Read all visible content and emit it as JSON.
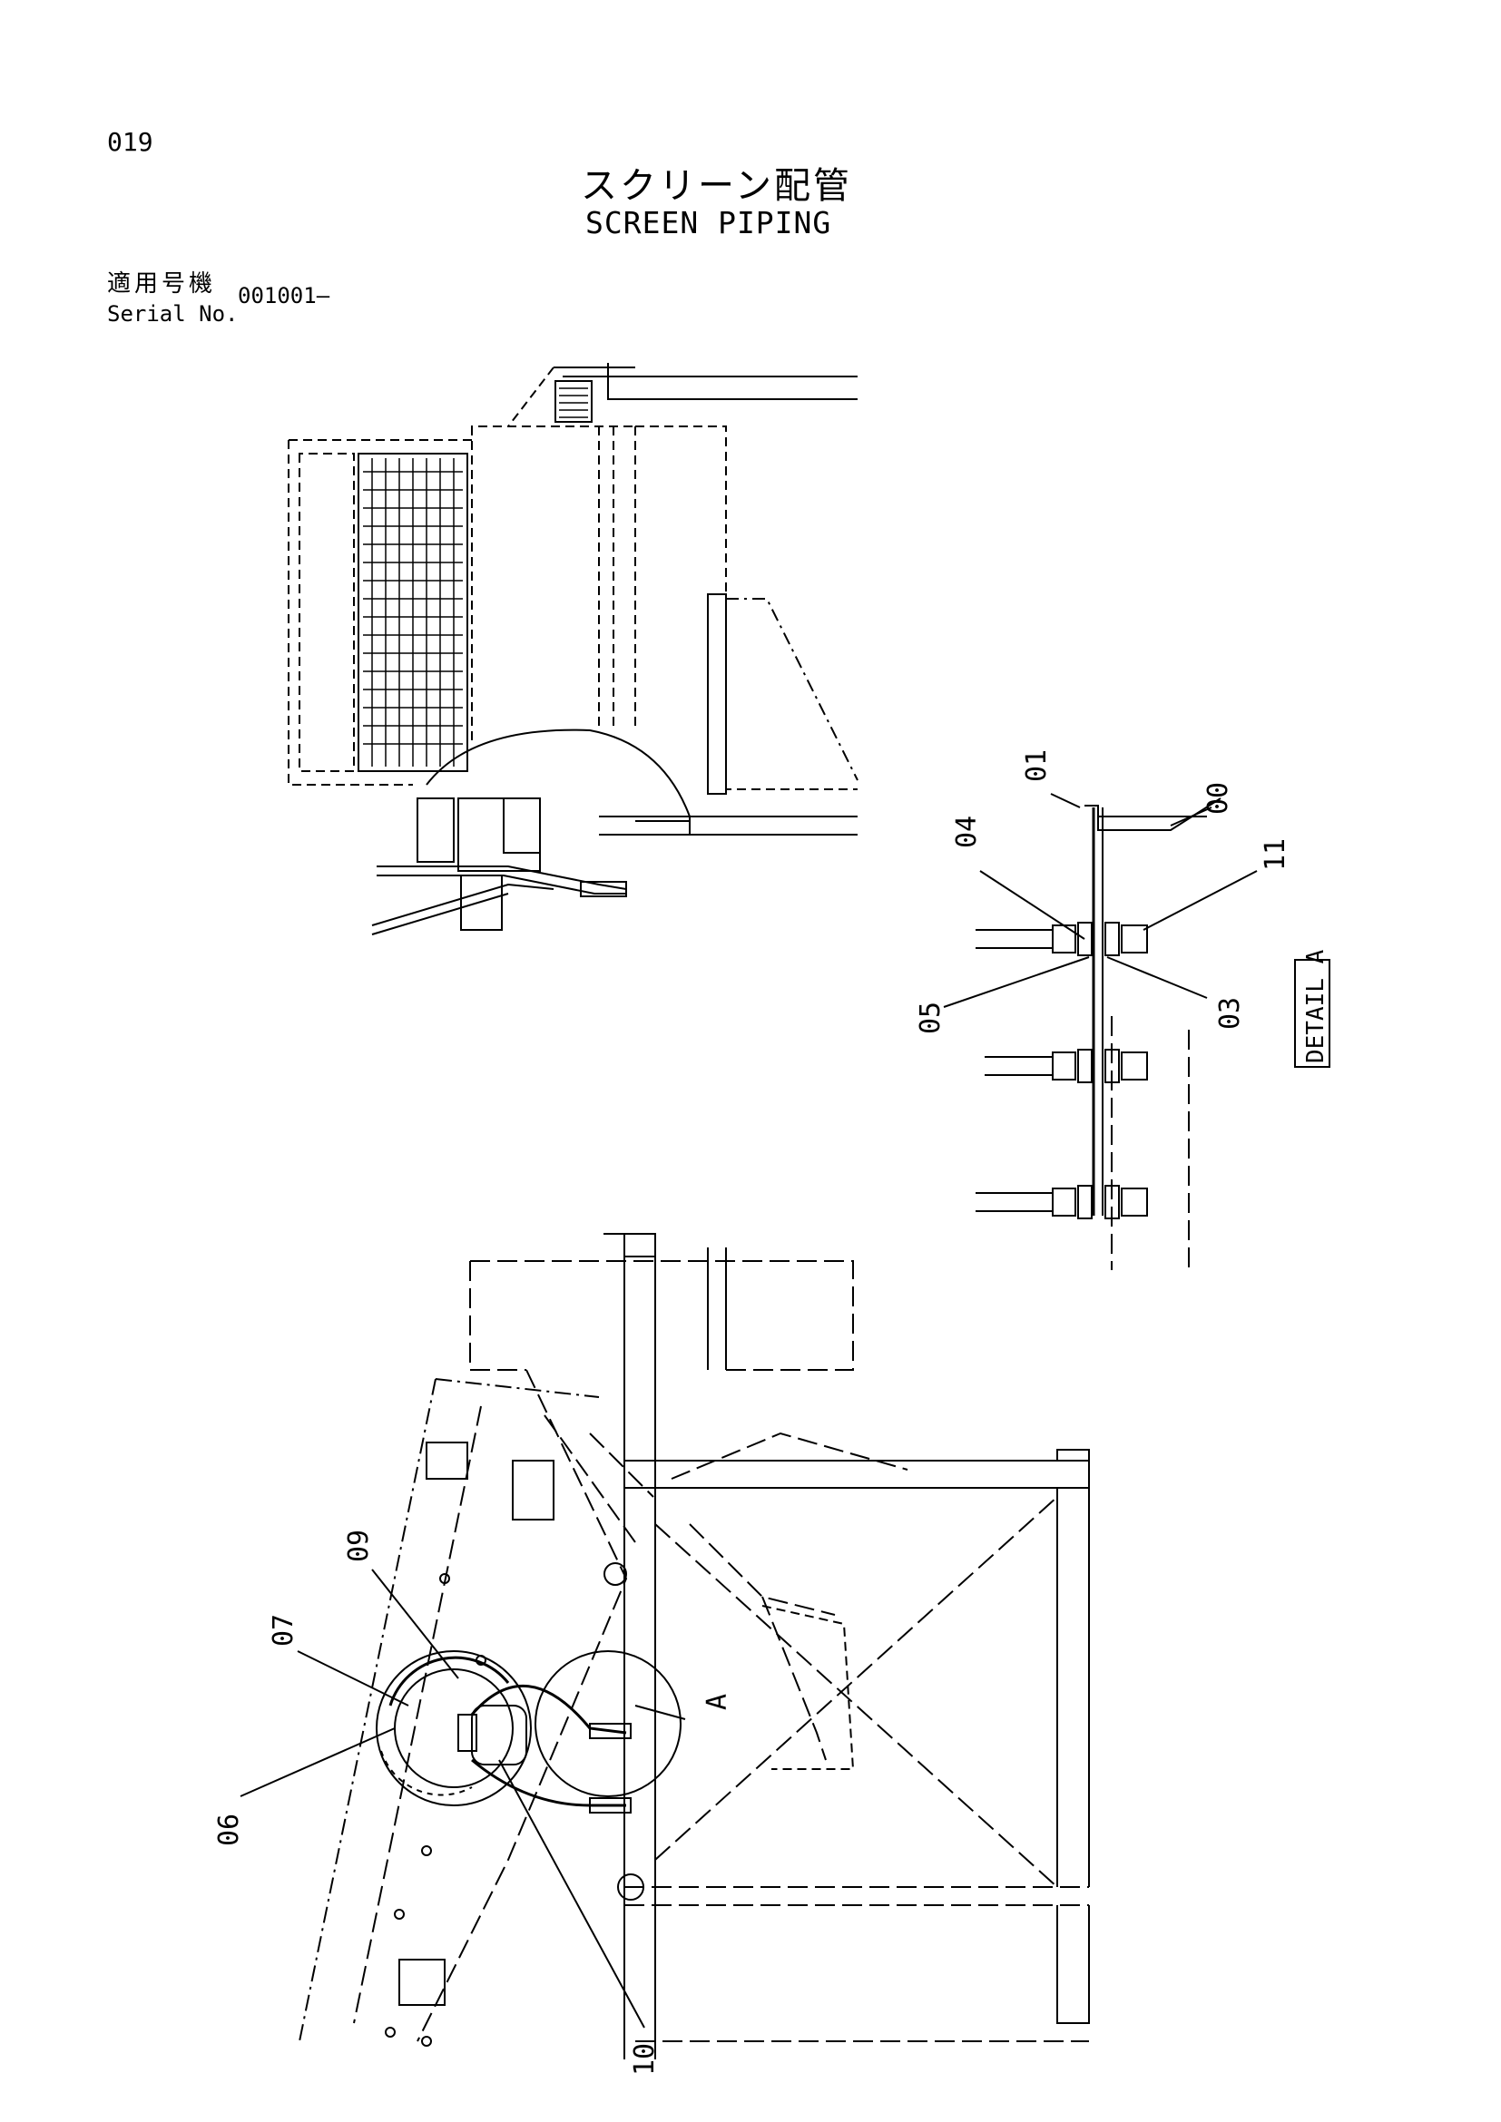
{
  "page": {
    "number": "019",
    "title_jp": "スクリーン配管",
    "title_en": "SCREEN PIPING",
    "serial_label_jp": "適用号機",
    "serial_label_en": "Serial No.",
    "serial_value": "001001–"
  },
  "detail": {
    "label": "DETAIL A",
    "parts": [
      "01",
      "00",
      "04",
      "11",
      "05",
      "03"
    ]
  },
  "main_view": {
    "view_marker": "A",
    "parts": [
      "09",
      "07",
      "06",
      "10"
    ]
  }
}
